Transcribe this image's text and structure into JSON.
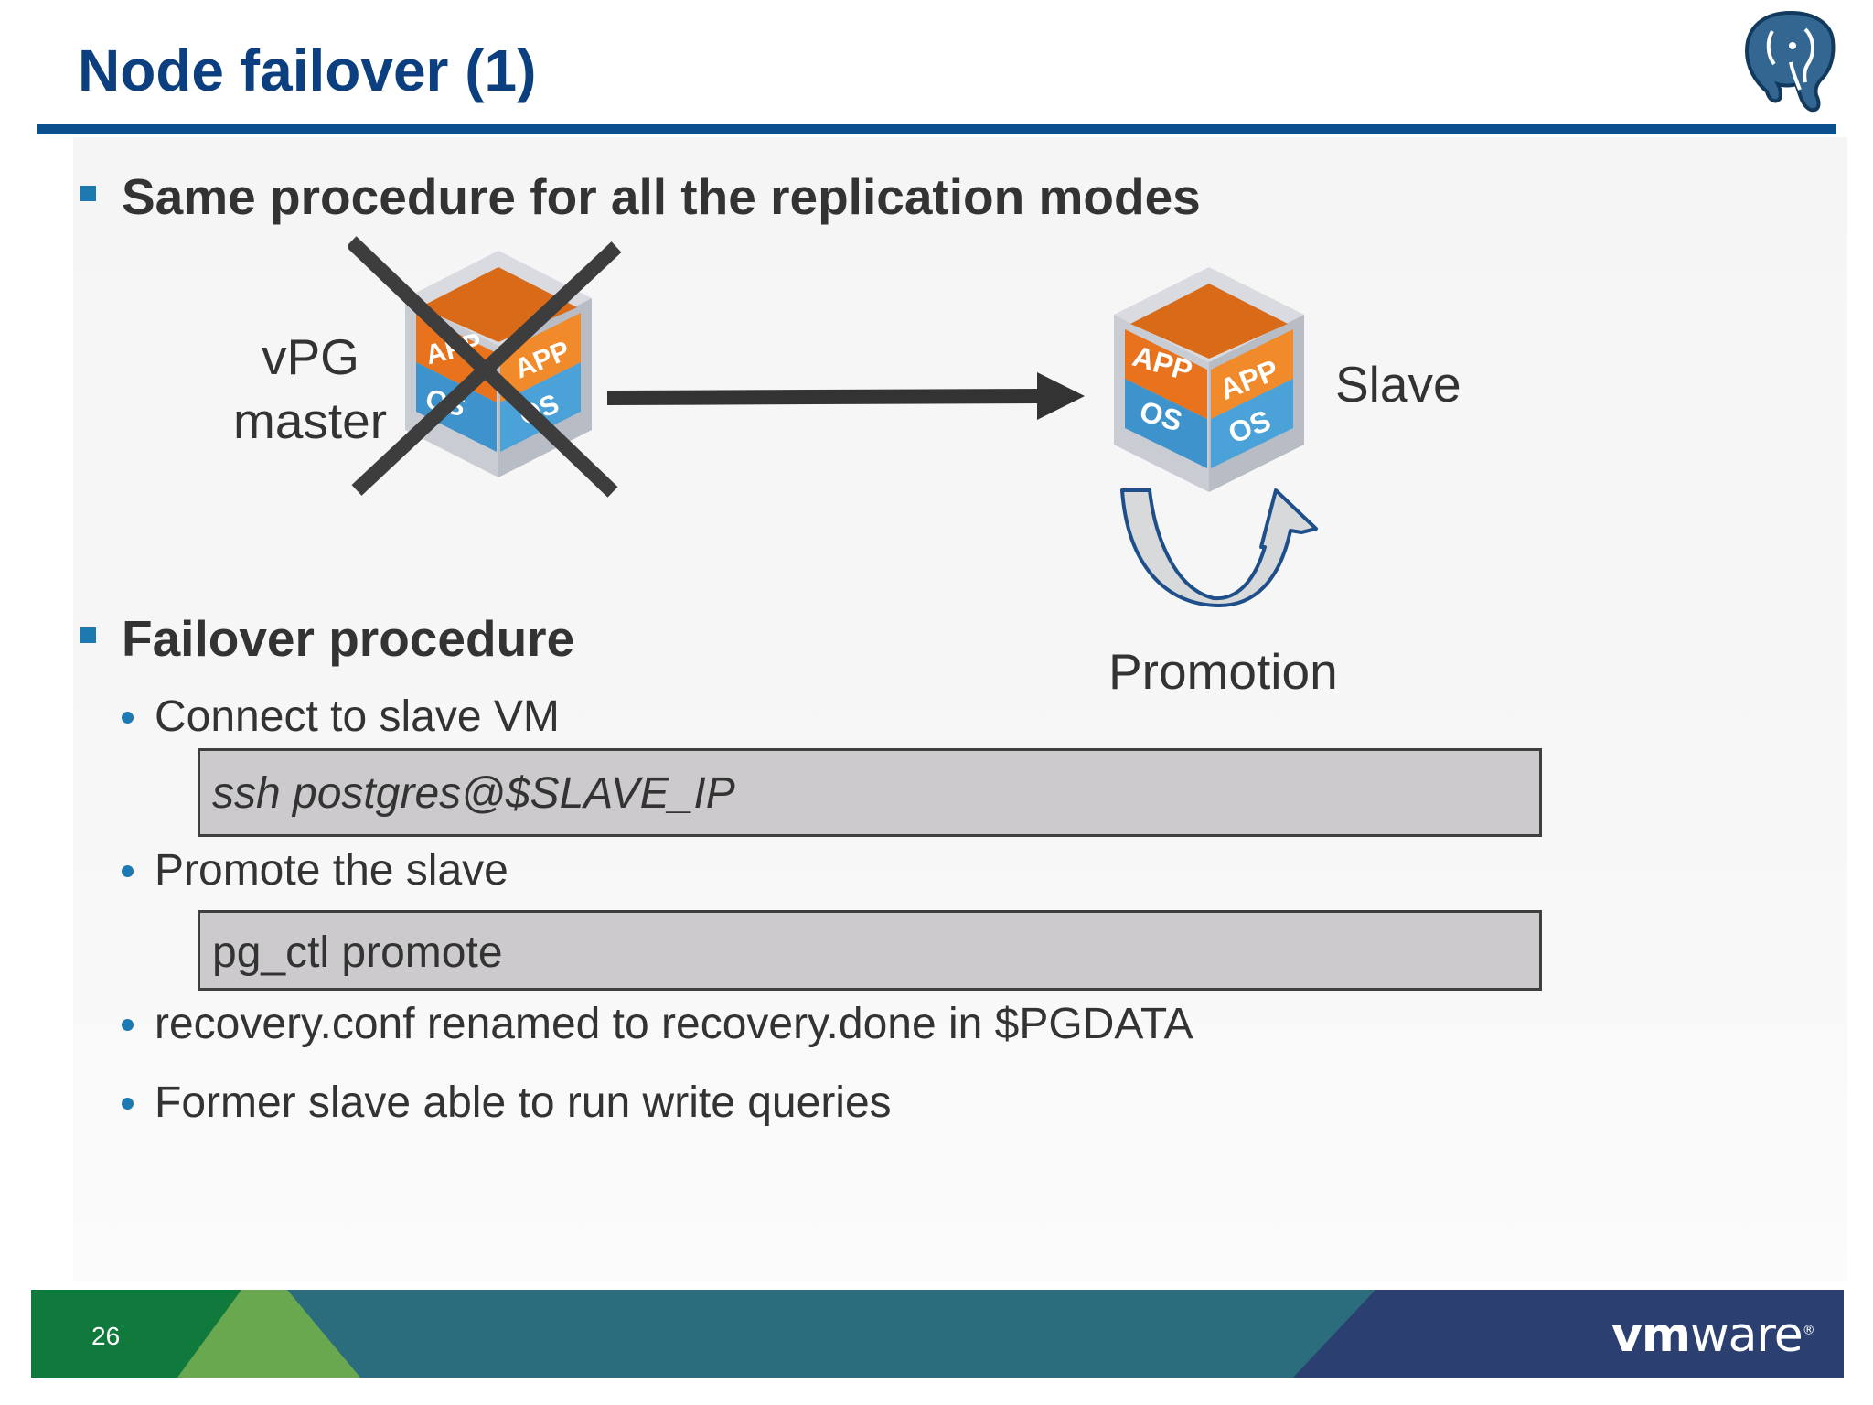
{
  "slide": {
    "title": "Node failover (1)",
    "page_number": "26"
  },
  "bullets": [
    {
      "text": "Same procedure for all the replication modes"
    },
    {
      "text": "Failover procedure"
    }
  ],
  "sub_bullets": [
    {
      "text": "Connect to slave VM"
    },
    {
      "text": "Promote the slave"
    },
    {
      "text": "recovery.conf renamed to recovery.done in $PGDATA"
    },
    {
      "text": "Former slave able to run write queries"
    }
  ],
  "code": [
    {
      "text": "ssh postgres@$SLAVE_IP"
    },
    {
      "text": "pg_ctl promote"
    }
  ],
  "diagram": {
    "master_label_line1": "vPG",
    "master_label_line2": "master",
    "slave_label": "Slave",
    "promotion_label": "Promotion",
    "cube_app_text": "APP",
    "cube_os_text": "OS"
  },
  "logo": {
    "vm_bold": "vm",
    "vm_rest": "ware",
    "vm_mark": "®"
  },
  "colors": {
    "title": "#0b3f7f",
    "rule": "#0b4f8c",
    "bullet": "#1d7ab0",
    "cube_orange": "#e8731c",
    "cube_blue": "#3f93cc",
    "arrow_outline": "#1e4f8a"
  }
}
